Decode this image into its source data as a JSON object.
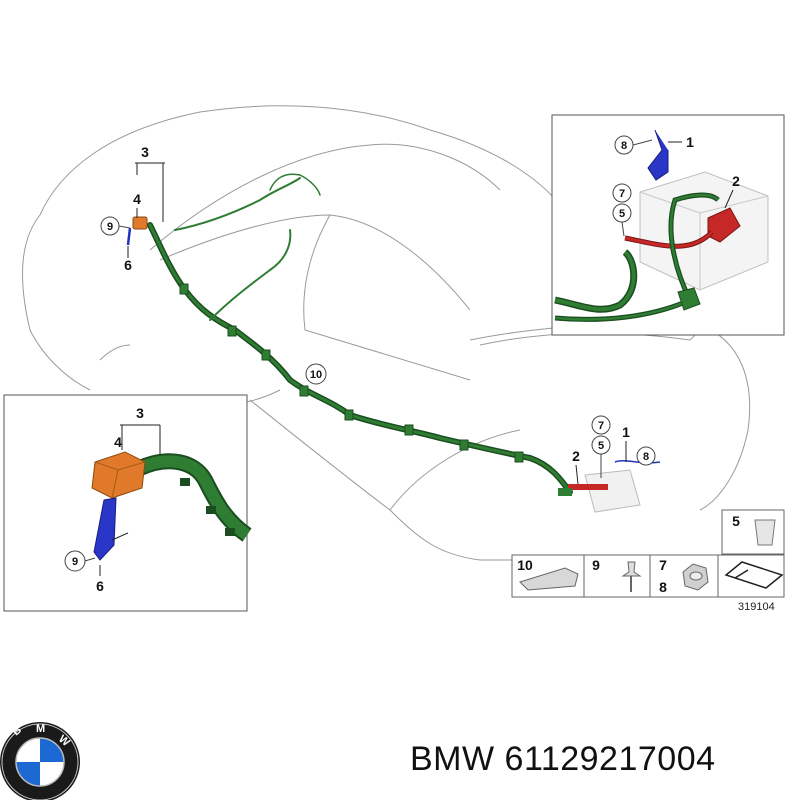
{
  "logo": {
    "brand_letters": "BMW",
    "icon": "bmw-roundel"
  },
  "caption": "BMW 61129217004",
  "diagram_number": "319104",
  "callouts": {
    "c1": "1",
    "c2": "2",
    "c3": "3",
    "c4": "4",
    "c5": "5",
    "c6": "6",
    "c7": "7",
    "c8": "8",
    "c9": "9",
    "c10": "10"
  },
  "parts_legend": {
    "p10": "10",
    "p9": "9",
    "p7": "7",
    "p8": "8",
    "p5": "5"
  },
  "colors": {
    "cable_green": "#2e7d32",
    "cable_dark": "#1b4d20",
    "terminal_red": "#c62828",
    "terminal_blue": "#2233bb",
    "connector_orange": "#e07a2a",
    "outline": "#9a9a9a"
  }
}
